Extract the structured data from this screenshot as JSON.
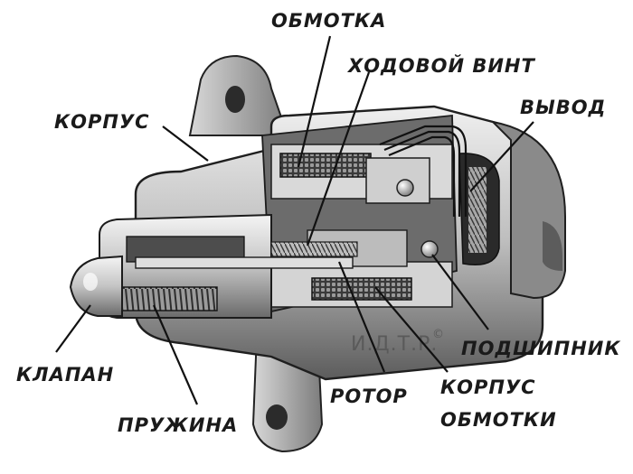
{
  "diagram": {
    "labels": {
      "obmotka": "ОБМОТКА",
      "khodovoy_vint": "ХОДОВОЙ ВИНТ",
      "korpus": "КОРПУС",
      "vyvod": "ВЫВОД",
      "podshipnik": "ПОДШИПНИК",
      "klapan": "КЛАПАН",
      "rotor": "РОТОР",
      "korpus_obmotki_1": "КОРПУС",
      "korpus_obmotki_2": "ОБМОТКИ",
      "pruzhina": "ПРУЖИНА"
    },
    "watermark": "И.Д.Т.Р.",
    "watermark_symbol": "©"
  }
}
